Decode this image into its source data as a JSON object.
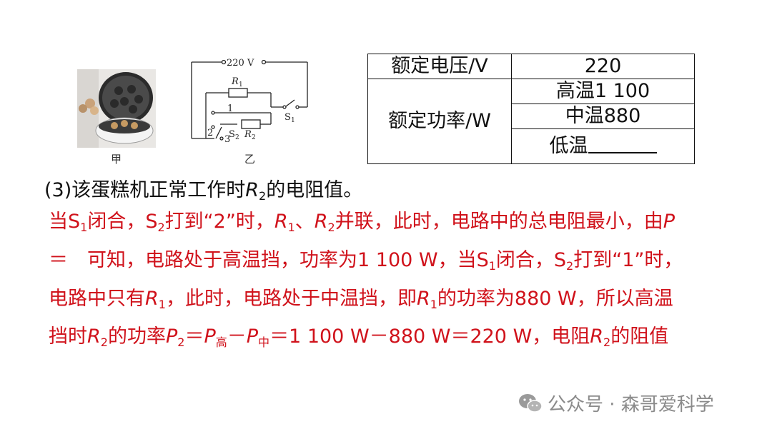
{
  "figure": {
    "photo_caption": "甲",
    "circuit_caption": "乙",
    "circuit_labels": {
      "voltage": "220 V",
      "r1": "R",
      "r1_sub": "1",
      "r2": "R",
      "r2_sub": "2",
      "s1": "S",
      "s1_sub": "1",
      "s2": "S",
      "s2_sub": "2",
      "pos1": "1",
      "pos2": "2",
      "pos3": "3"
    }
  },
  "table": {
    "row1_label": "额定电压/V",
    "row1_value": "220",
    "row2_label": "额定功率/W",
    "high": "高温1 100",
    "mid": "中温880",
    "low": "低温"
  },
  "question": {
    "a": "(3)该蛋糕机正常工作时",
    "r": "R",
    "r_sub": "2",
    "b": "的电阻值。"
  },
  "answer": {
    "l1_a": "当S",
    "l1_s1": "1",
    "l1_b": "闭合，S",
    "l1_s2": "2",
    "l1_c": "打到“2”时，",
    "l1_r1": "R",
    "l1_r1s": "1",
    "l1_d": "、",
    "l1_r2": "R",
    "l1_r2s": "2",
    "l1_e": "并联，此时，电路中的总电阻最小，由",
    "l1_p": "P",
    "l2_a": "＝　可知，电路处于高温挡，功率为1 100 W，当S",
    "l2_s1": "1",
    "l2_b": "闭合，S",
    "l2_s2": "2",
    "l2_c": "打到“1”时，",
    "l3_a": "电路中只有",
    "l3_r": "R",
    "l3_rs": "1",
    "l3_b": "，此时，电路处于中温挡，即",
    "l3_r2": "R",
    "l3_r2s": "1",
    "l3_c": "的功率为880 W，所以高温",
    "l4_a": "挡时",
    "l4_r": "R",
    "l4_rs": "2",
    "l4_b": "的功率",
    "l4_p": "P",
    "l4_ps": "2",
    "l4_c": "＝",
    "l4_p1": "P",
    "l4_p1s": "高",
    "l4_d": "－",
    "l4_p2": "P",
    "l4_p2s": "中",
    "l4_e": "＝1 100 W－880 W＝220 W，电阻",
    "l4_r2": "R",
    "l4_r2s": "2",
    "l4_f": "的阻值"
  },
  "watermark": {
    "text": "公众号 · 森哥爱科学",
    "icon": "wechat-icon"
  }
}
